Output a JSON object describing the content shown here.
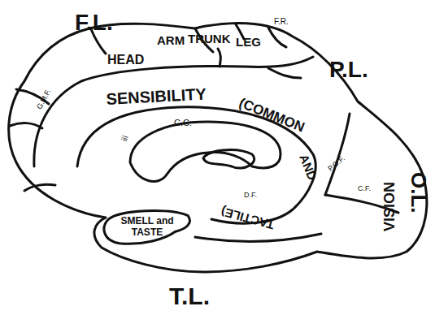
{
  "diagram": {
    "nodes": [
      {
        "text": [
          "SMELL and TASTE"
        ]
      }
    ],
    "labels": [
      "F.L.",
      "P.L.",
      "O.L.",
      "T.L.",
      "HEAD",
      "ARM",
      "TRUNK",
      "LEG",
      "F.R.",
      "SENSIBILITY",
      "(COMMON",
      "AND",
      "TACTILE)",
      "VISION",
      "C.C.",
      "iii",
      "G.M.F.",
      "P.O.F.",
      "C.F.",
      "D.F."
    ]
  }
}
